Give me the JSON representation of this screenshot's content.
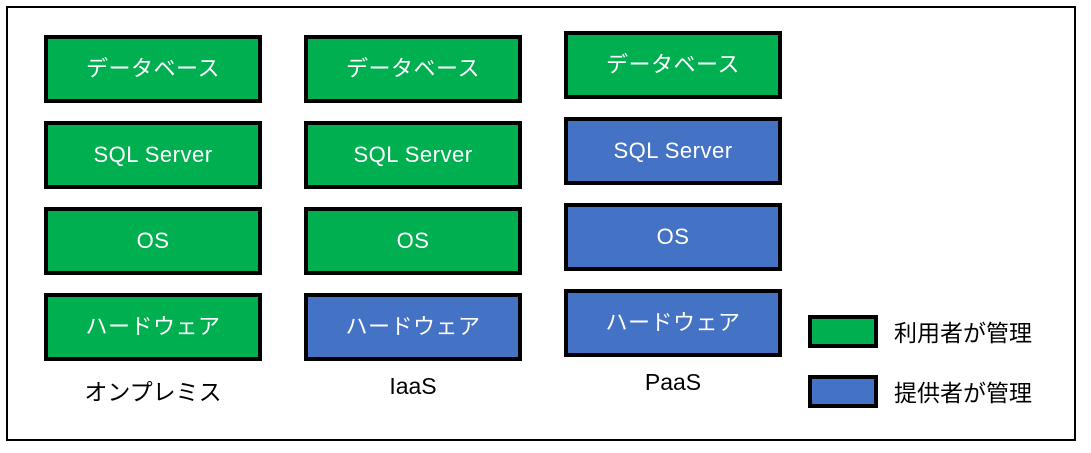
{
  "diagram": {
    "columns": [
      {
        "label": "オンプレミス",
        "layers": [
          {
            "text": "データベース",
            "managed_by": "利用者が管理",
            "color": "#00b050"
          },
          {
            "text": "SQL Server",
            "managed_by": "利用者が管理",
            "color": "#00b050"
          },
          {
            "text": "OS",
            "managed_by": "利用者が管理",
            "color": "#00b050"
          },
          {
            "text": "ハードウェア",
            "managed_by": "利用者が管理",
            "color": "#00b050"
          }
        ]
      },
      {
        "label": "IaaS",
        "layers": [
          {
            "text": "データベース",
            "managed_by": "利用者が管理",
            "color": "#00b050"
          },
          {
            "text": "SQL Server",
            "managed_by": "利用者が管理",
            "color": "#00b050"
          },
          {
            "text": "OS",
            "managed_by": "利用者が管理",
            "color": "#00b050"
          },
          {
            "text": "ハードウェア",
            "managed_by": "提供者が管理",
            "color": "#4472c4"
          }
        ]
      },
      {
        "label": "PaaS",
        "layers": [
          {
            "text": "データベース",
            "managed_by": "利用者が管理",
            "color": "#00b050"
          },
          {
            "text": "SQL Server",
            "managed_by": "提供者が管理",
            "color": "#4472c4"
          },
          {
            "text": "OS",
            "managed_by": "提供者が管理",
            "color": "#4472c4"
          },
          {
            "text": "ハードウェア",
            "managed_by": "提供者が管理",
            "color": "#4472c4"
          }
        ]
      }
    ],
    "legend": [
      {
        "label": "利用者が管理",
        "color": "#00b050"
      },
      {
        "label": "提供者が管理",
        "color": "#4472c4"
      }
    ],
    "colors": {
      "green": "#00b050",
      "blue": "#4472c4",
      "border": "#000000",
      "text_on_box": "#ffffff",
      "text_plain": "#000000",
      "background": "#ffffff"
    }
  }
}
